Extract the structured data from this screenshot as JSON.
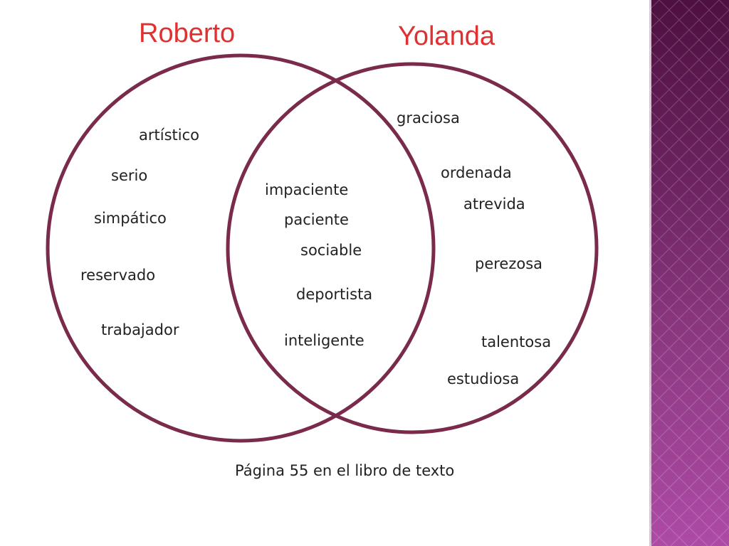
{
  "titles": {
    "left": "Roberto",
    "right": "Yolanda"
  },
  "left_only": [
    "artístico",
    "serio",
    "simpático",
    "reservado",
    "trabajador"
  ],
  "both": [
    "impaciente",
    "paciente",
    "sociable",
    "deportista",
    "inteligente"
  ],
  "right_only": [
    "graciosa",
    "ordenada",
    "atrevida",
    "perezosa",
    "talentosa",
    "estudiosa"
  ],
  "caption": "Página 55 en el libro de texto",
  "colors": {
    "circle_stroke": "#7a2a4a",
    "title": "#e03030",
    "text": "#222222",
    "side_bar": "#7a2a6e"
  }
}
